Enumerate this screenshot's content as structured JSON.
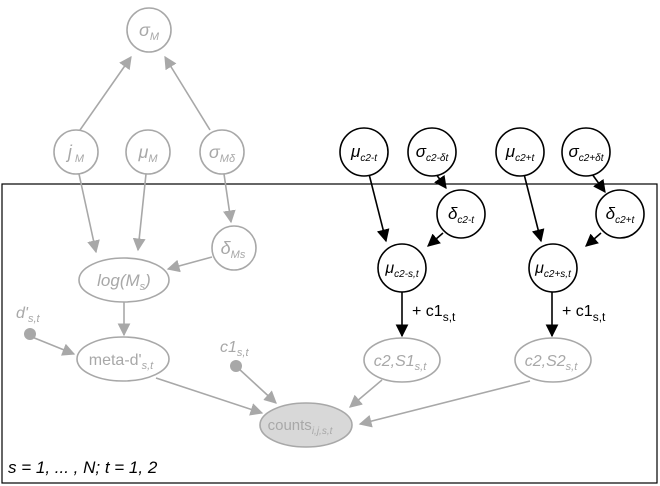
{
  "plate_label": "s = 1, ... , N; t = 1, 2",
  "nodes": {
    "sigma_M": {
      "base": "σ",
      "sub": "M"
    },
    "j_M": {
      "base": "j",
      "sub": "M"
    },
    "mu_M": {
      "base": "μ",
      "sub": "M"
    },
    "sigma_Mdelta": {
      "base": "σ",
      "sub": "Mδ"
    },
    "delta_Ms": {
      "base": "δ",
      "sub": "Ms"
    },
    "log_Ms": {
      "base": "log(M",
      "sub": "s",
      "tail": ")"
    },
    "d_prime": {
      "base": "d'",
      "sub": "s,t"
    },
    "meta_d": {
      "base": "meta-d'",
      "sub": "s,t"
    },
    "c1": {
      "base": "c1",
      "sub": "s,t"
    },
    "counts": {
      "base": "counts",
      "sub": "i,j,s,t"
    },
    "c2_S1": {
      "base": "c2,S1",
      "sub": "s,t"
    },
    "c2_S2": {
      "base": "c2,S2",
      "sub": "s,t"
    },
    "mu_c2_minus_t": {
      "base": "μ",
      "sub": "c2-t"
    },
    "sigma_c2_minus_dt": {
      "base": "σ",
      "sub": "c2-δt"
    },
    "delta_c2_minus_t": {
      "base": "δ",
      "sub": "c2-t"
    },
    "mu_c2_minus_st": {
      "base": "μ",
      "sub": "c2-s,t"
    },
    "mu_c2_plus_t": {
      "base": "μ",
      "sub": "c2+t"
    },
    "sigma_c2_plus_dt": {
      "base": "σ",
      "sub": "c2+δt"
    },
    "delta_c2_plus_t": {
      "base": "δ",
      "sub": "c2+t"
    },
    "mu_c2_plus_st": {
      "base": "μ",
      "sub": "c2+s,t"
    }
  },
  "edge_labels": {
    "c1_left": {
      "base": "+ c1",
      "sub": "s,t"
    },
    "c1_right": {
      "base": "+ c1",
      "sub": "s,t"
    }
  }
}
